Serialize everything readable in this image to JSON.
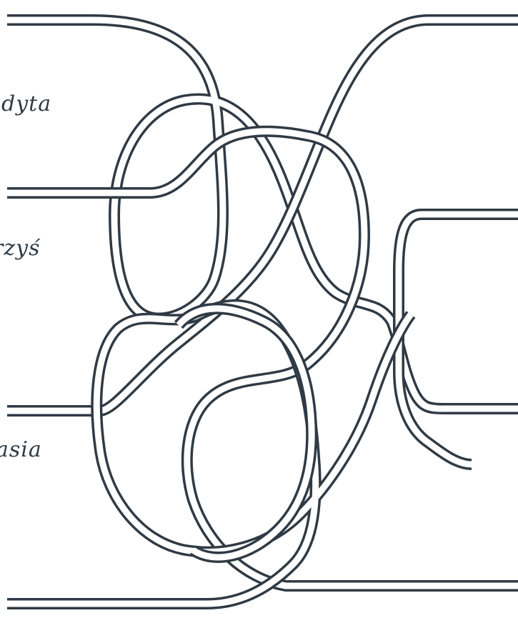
{
  "labels": {
    "edyta": "dyta",
    "krzys": "rzyś",
    "kasia": "asia"
  },
  "colors": {
    "rope": "#2f3a44",
    "gap": "#ffffff",
    "background": "#ffffff"
  },
  "diagram": {
    "type": "tangled-ropes",
    "rope_count": 6
  }
}
